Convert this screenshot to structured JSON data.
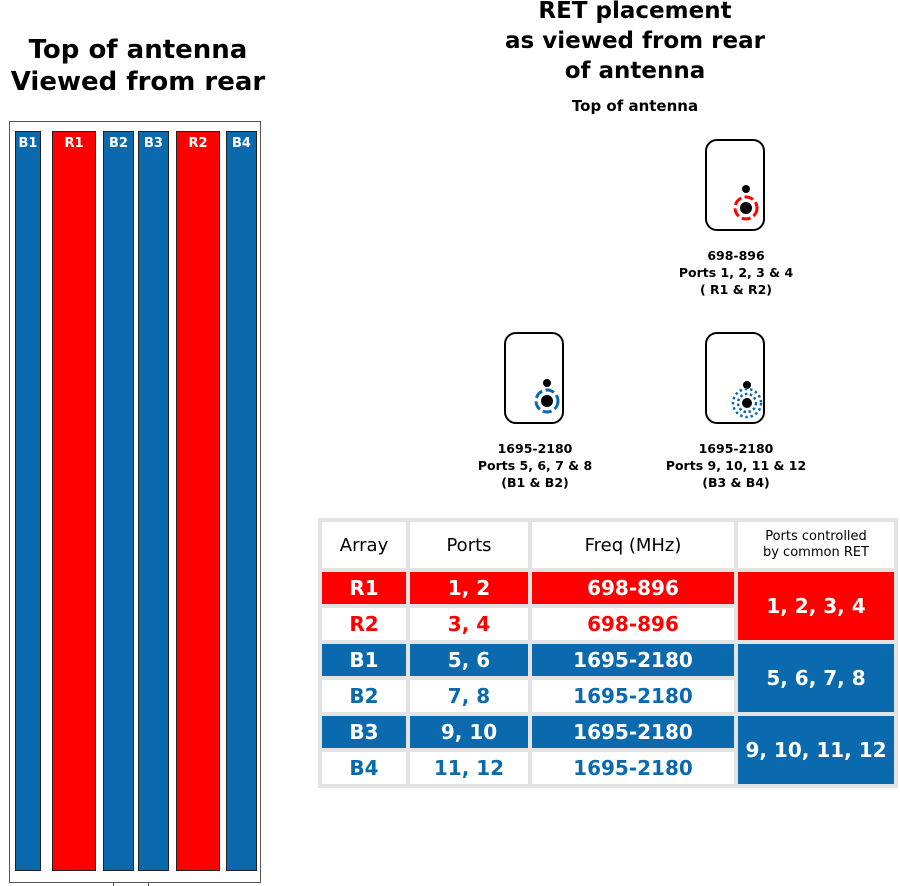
{
  "left_title": [
    "Top of antenna",
    "Viewed from rear"
  ],
  "right_title": [
    "RET placement",
    "as viewed from rear",
    "of antenna"
  ],
  "top_of_antenna_label": "Top of antenna",
  "colors": {
    "red": "#ff0000",
    "blue": "#0b6aad"
  },
  "antenna_arrays": [
    {
      "label": "B1",
      "color": "blue"
    },
    {
      "label": "R1",
      "color": "red"
    },
    {
      "label": "B2",
      "color": "blue"
    },
    {
      "label": "B3",
      "color": "blue"
    },
    {
      "label": "R2",
      "color": "red"
    },
    {
      "label": "B4",
      "color": "blue"
    }
  ],
  "rets": [
    {
      "freq": "698-896",
      "ports": "Ports 1, 2, 3 & 4",
      "arrays": "( R1 & R2)",
      "color": "red",
      "style": "solid"
    },
    {
      "freq": "1695-2180",
      "ports": "Ports 5, 6, 7 & 8",
      "arrays": "(B1 & B2)",
      "color": "blue",
      "style": "solid"
    },
    {
      "freq": "1695-2180",
      "ports": "Ports 9, 10, 11 & 12",
      "arrays": "(B3 & B4)",
      "color": "blue",
      "style": "dotted"
    }
  ],
  "table": {
    "headers": {
      "array": "Array",
      "ports": "Ports",
      "freq": "Freq (MHz)",
      "common": [
        "Ports controlled",
        "by common RET"
      ]
    },
    "rows": [
      {
        "array": "R1",
        "ports": "1, 2",
        "freq": "698-896"
      },
      {
        "array": "R2",
        "ports": "3, 4",
        "freq": "698-896"
      },
      {
        "array": "B1",
        "ports": "5, 6",
        "freq": "1695-2180"
      },
      {
        "array": "B2",
        "ports": "7, 8",
        "freq": "1695-2180"
      },
      {
        "array": "B3",
        "ports": "9, 10",
        "freq": "1695-2180"
      },
      {
        "array": "B4",
        "ports": "11, 12",
        "freq": "1695-2180"
      }
    ],
    "common_groups": [
      "1, 2, 3, 4",
      "5, 6, 7, 8",
      "9, 10, 11, 12"
    ]
  }
}
